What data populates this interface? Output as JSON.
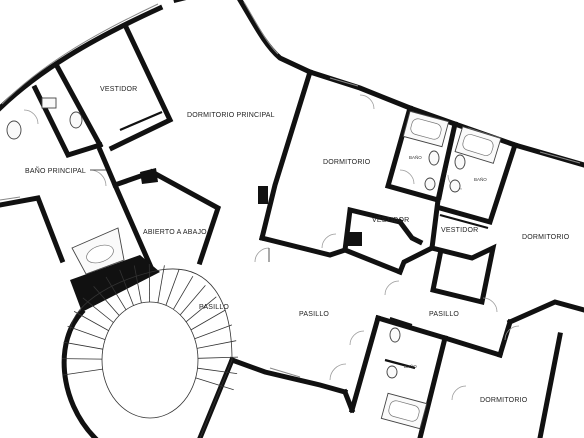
{
  "rooms": {
    "vestidor_top": "VESTIDOR",
    "dormitorio_principal": "DORMITORIO PRINCIPAL",
    "bano_principal": "BAÑO PRINCIPAL",
    "abierto_a_abajo": "ABIERTO A ABAJO",
    "dormitorio_center": "DORMITORIO",
    "vestidor_center": "VESTIDOR",
    "vestidor_right": "VESTIDOR",
    "dormitorio_right": "DORMITORIO",
    "bano_a": "BAÑO",
    "bano_b": "BAÑO",
    "bano_c": "BAÑO",
    "pasillo_left": "PASILLO",
    "pasillo_center": "PASILLO",
    "pasillo_right": "PASILLO",
    "dormitorio_bottom": "DORMITORIO"
  }
}
